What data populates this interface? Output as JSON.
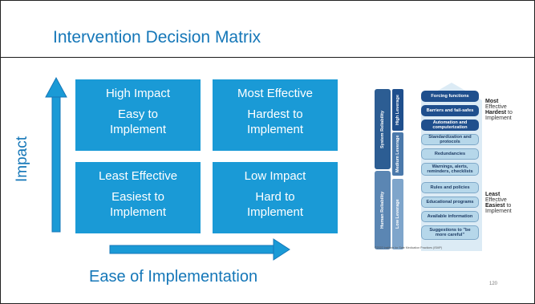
{
  "title": "Intervention Decision Matrix",
  "y_axis_label": "Impact",
  "x_axis_label": "Ease of Implementation",
  "matrix": {
    "top_left": {
      "line1": "High Impact",
      "line2": "Easy to",
      "line3": "Implement"
    },
    "top_right": {
      "line1": "Most Effective",
      "line2": "Hardest to",
      "line3": "Implement"
    },
    "bottom_left": {
      "line1": "Least Effective",
      "line2": "Easiest to",
      "line3": "Implement"
    },
    "bottom_right": {
      "line1": "Low Impact",
      "line2": "Hard to",
      "line3": "Implement"
    }
  },
  "hierarchy": {
    "columns": {
      "system_reliability": "System Reliability",
      "human_reliability": "Human Reliability",
      "high_leverage": "High Leverage",
      "medium_leverage": "Medium Leverage",
      "low_leverage": "Low Leverage"
    },
    "rungs": [
      "Forcing functions",
      "Barriers and fail-safes",
      "Automation and computerization",
      "Standardization and protocols",
      "Redundancies",
      "Warnings, alerts, reminders, checklists",
      "Rules and policies",
      "Educational programs",
      "Available information",
      "Suggestions to \"be more careful\""
    ],
    "top_note": {
      "line1": "Most",
      "line2": "Effective",
      "line3": "Hardest",
      "line4": "to",
      "line5": "Implement"
    },
    "bottom_note": {
      "line1": "Least",
      "line2": "Effective",
      "line3": "Easiest",
      "line4": "to",
      "line5": "Implement"
    },
    "copyright": "©2022 Institute for Safe Medication Practices (ISMP)"
  },
  "page_number": "120",
  "colors": {
    "accent": "#1577b8",
    "box": "#1a9ad6",
    "dark_navy": "#1f4f8d",
    "light_blue": "#b6d7ea"
  }
}
